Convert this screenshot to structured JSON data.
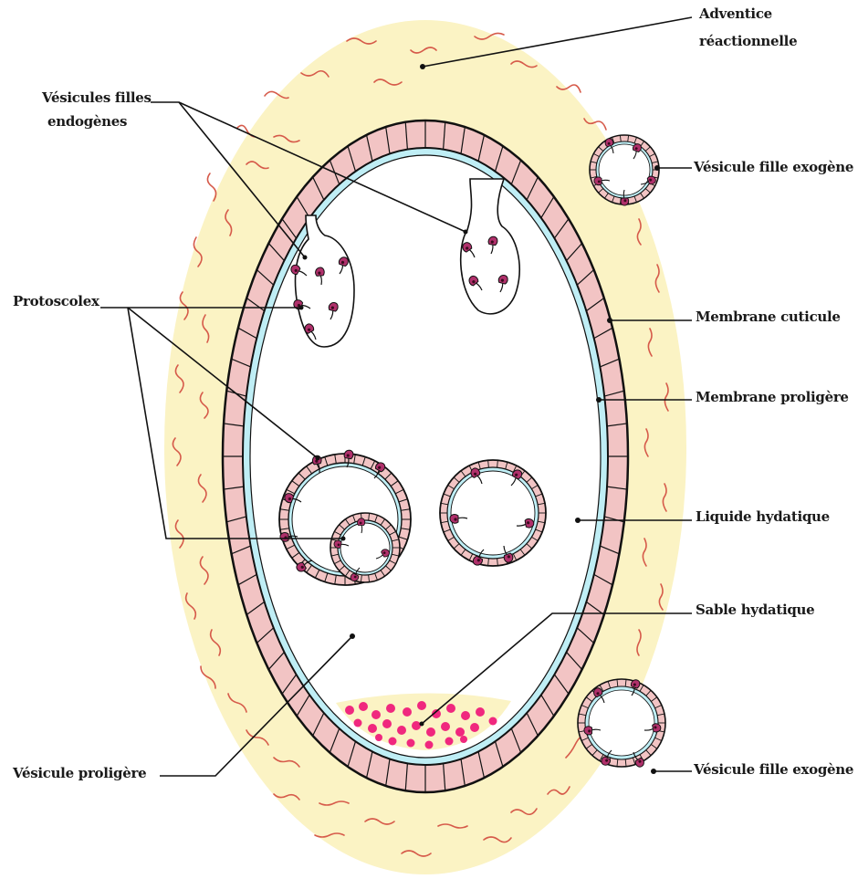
{
  "labels": {
    "adventice_line1": "Adventice",
    "adventice_line2": "réactionnelle",
    "vesicules_filles_line1": "Vésicules filles",
    "vesicules_filles_line2": "endogènes",
    "vesicule_exogene_top": "Vésicule fille exogène",
    "protoscolex": "Protoscolex",
    "membrane_cuticule": "Membrane cuticule",
    "membrane_proligere": "Membrane proligère",
    "liquide_hydatique": "Liquide hydatique",
    "sable_hydatique": "Sable hydatique",
    "vesicule_proligere": "Vésicule proligère",
    "vesicule_exogene_bottom": "Vésicule fille exogène"
  },
  "colors": {
    "adventice": "#fbf3c4",
    "adventice_fibers": "#d65a4a",
    "cuticule": "#f2c4c4",
    "germinal": "#bfeef5",
    "cavity": "#ffffff",
    "protoscolex": "#b0306b",
    "sable": "#f0287e",
    "outline": "#111111"
  }
}
